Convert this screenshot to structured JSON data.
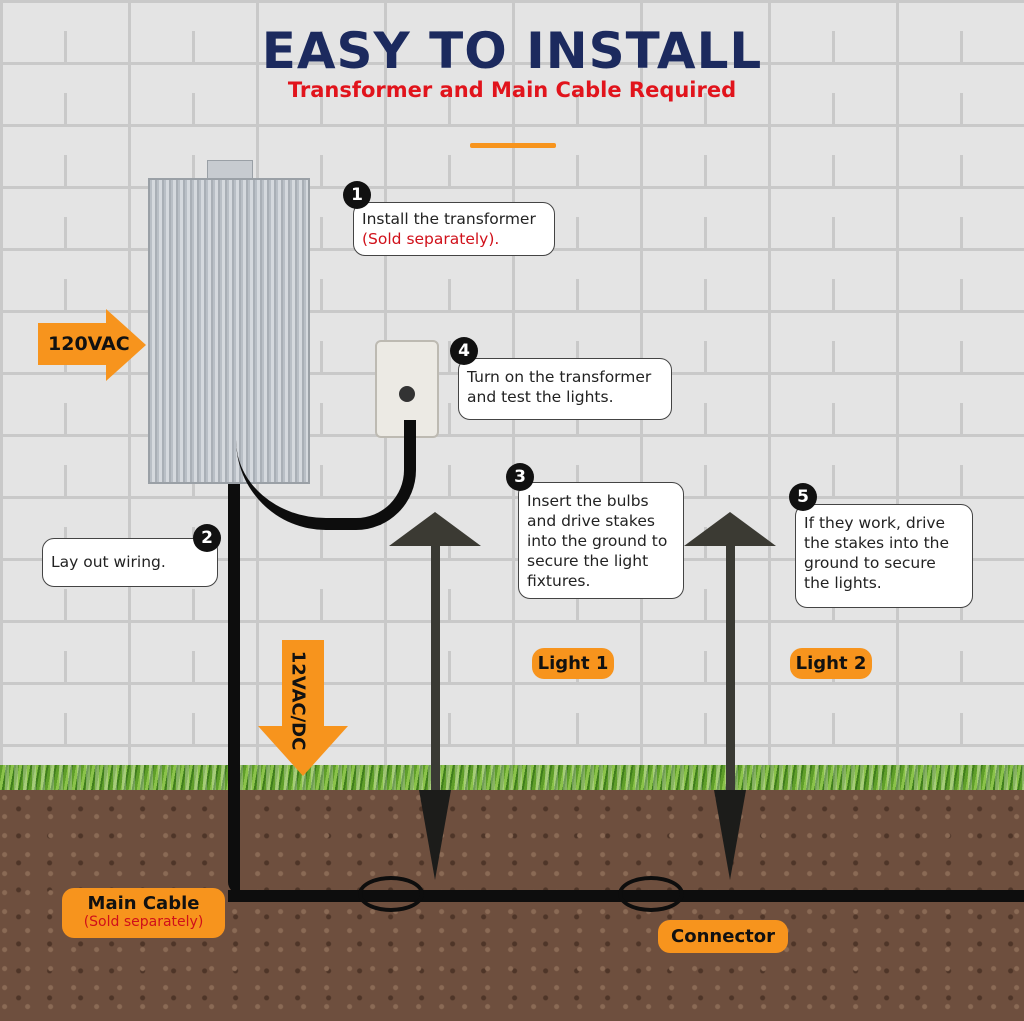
{
  "header": {
    "title": "EASY TO INSTALL",
    "subtitle": "Transformer and Main Cable Required"
  },
  "steps": [
    {
      "number": "1",
      "text": "Install the transformer",
      "note": "(Sold separately)."
    },
    {
      "number": "2",
      "text": "Lay out wiring."
    },
    {
      "number": "3",
      "text": "Insert the bulbs and drive  stakes into the ground to secure the light fixtures."
    },
    {
      "number": "4",
      "text": "Turn on the transformer and test the lights."
    },
    {
      "number": "5",
      "text": "If they work, drive the stakes into the ground to secure the lights."
    }
  ],
  "labels": {
    "input_voltage": "120VAC",
    "output_voltage": "12VAC/DC",
    "light1": "Light 1",
    "light2": "Light 2",
    "main_cable": "Main Cable",
    "main_cable_note": "(Sold separately)",
    "connector": "Connector"
  },
  "colors": {
    "title": "#1c2a5e",
    "subtitle": "#e1141c",
    "accent": "#f7941d"
  }
}
